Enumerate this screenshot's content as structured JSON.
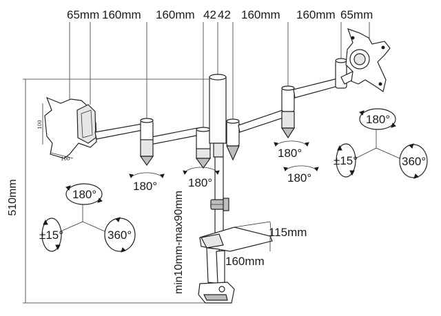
{
  "dimensions": {
    "top": [
      "65mm",
      "160mm",
      "160mm",
      "42",
      "42",
      "160mm",
      "160mm",
      "65mm"
    ],
    "height": "510mm",
    "clamp_range": "min10mm-max90mm",
    "clamp_depth": "115mm",
    "clamp_width": "160mm",
    "vesa_size": "100"
  },
  "rotations": {
    "tilt": "±15°",
    "swivel": "180°",
    "rotate": "360°",
    "arm_joint": "180°"
  },
  "colors": {
    "line": "#1a1a1a",
    "fill": "#ffffff",
    "shade": "#bdbdbd"
  }
}
